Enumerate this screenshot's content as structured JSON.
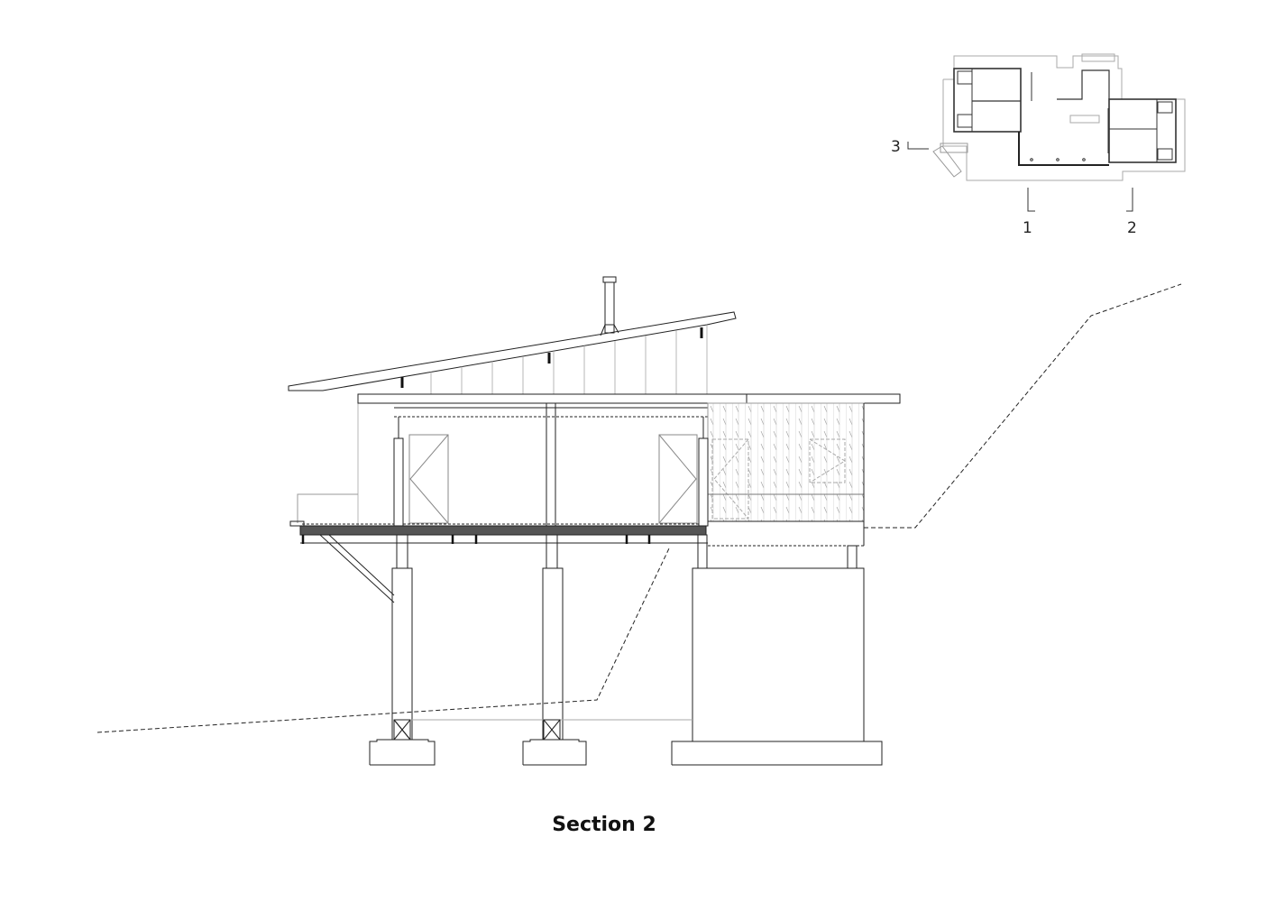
{
  "drawing": {
    "caption": "Section 2",
    "key_plan": {
      "section_markers": [
        {
          "label": "1"
        },
        {
          "label": "2"
        },
        {
          "label": "3"
        }
      ]
    },
    "colors": {
      "line": "#222222",
      "light_line": "#9a9a9a",
      "floor_fill": "#555555"
    }
  }
}
